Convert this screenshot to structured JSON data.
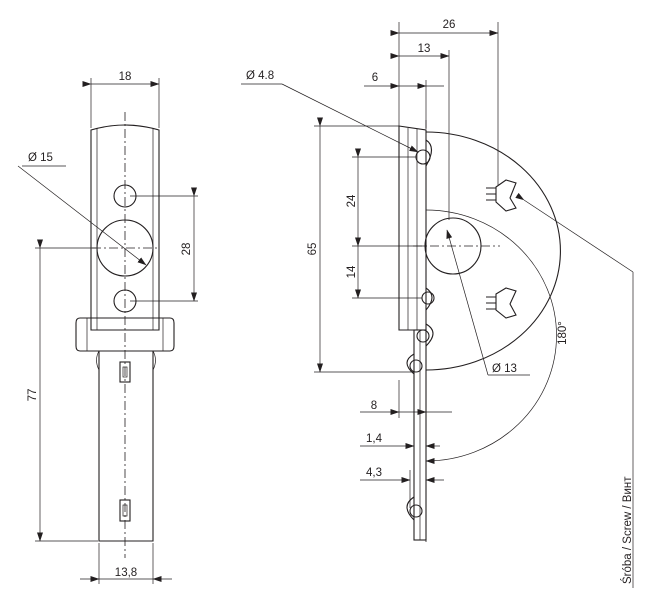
{
  "dimensions": {
    "front_width_top": "18",
    "front_hole_diameter": "Ø 15",
    "front_hole_spacing": "28",
    "front_total_length": "77",
    "front_width_bottom": "13,8",
    "side_width_total": "26",
    "side_width_mid": "13",
    "side_offset": "6",
    "side_screw_hole_diameter": "Ø 4.8",
    "side_height_upper": "24",
    "side_height_total": "65",
    "side_height_lower": "14",
    "side_pivot_diameter": "Ø 13",
    "swing_angle": "180°",
    "side_base_width": "8",
    "plate_thickness": "1,4",
    "bottom_offset": "4,3"
  },
  "callouts": {
    "screw_label": "Śróba / Screw / Винт"
  }
}
